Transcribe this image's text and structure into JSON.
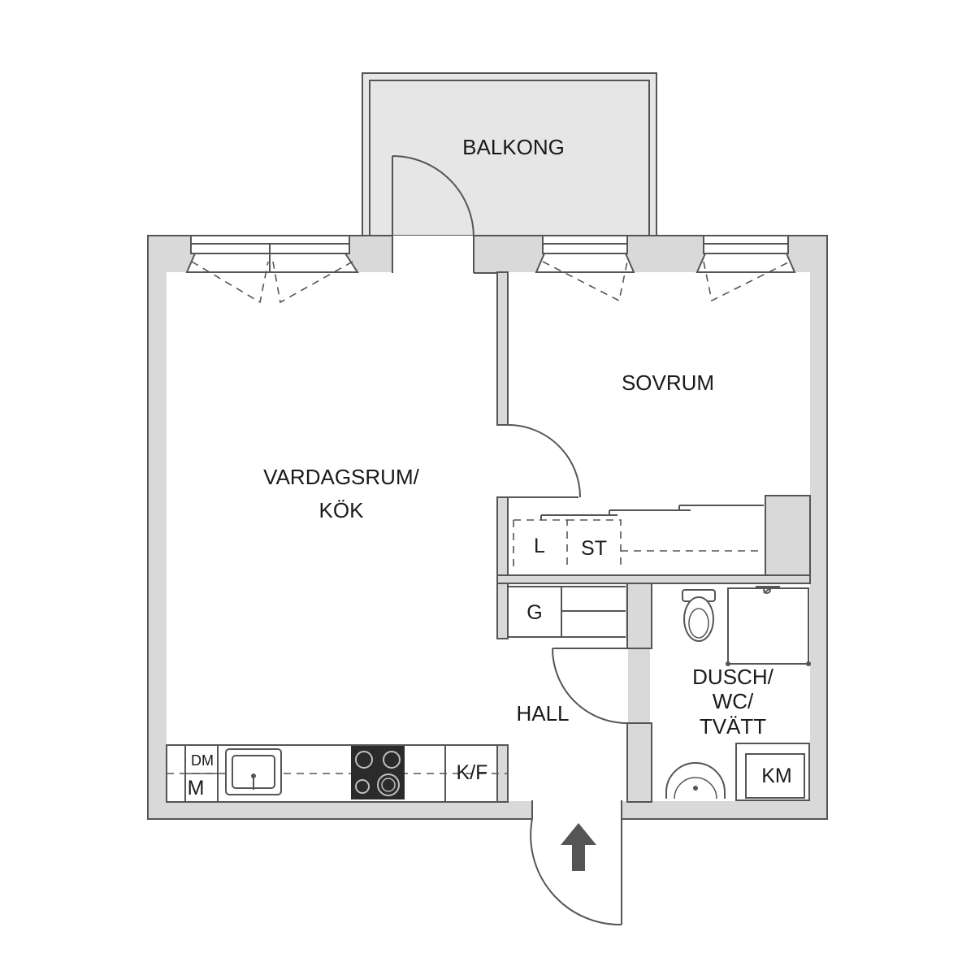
{
  "rooms": {
    "balkong": "BALKONG",
    "sovrum": "SOVRUM",
    "vardagsrum_line1": "VARDAGSRUM/",
    "vardagsrum_line2": "KÖK",
    "hall": "HALL",
    "dusch_line1": "DUSCH/",
    "dusch_line2": "WC/",
    "dusch_line3": "TVÄTT"
  },
  "fixtures": {
    "l": "L",
    "st": "ST",
    "g": "G",
    "dm": "DM",
    "m": "M",
    "kf": "K/F",
    "km": "KM"
  },
  "icons": {
    "entrance": "entrance-arrow-icon",
    "stove": "stove-icon",
    "sink": "kitchen-sink-icon",
    "toilet": "toilet-icon",
    "washbasin": "washbasin-icon",
    "shower": "shower-icon"
  },
  "colors": {
    "wall_fill": "#d9d9d9",
    "line": "#555555",
    "balcony_fill": "#e6e6e6",
    "stove_fill": "#2b2b2b"
  }
}
